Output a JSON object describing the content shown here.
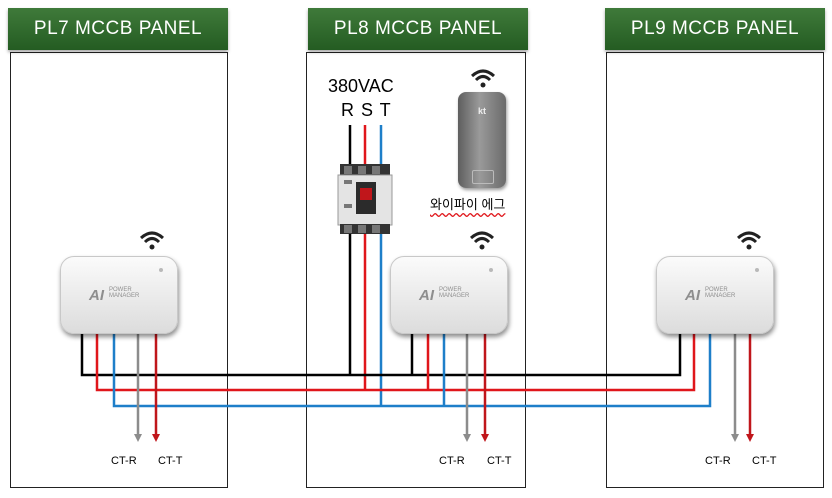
{
  "panels": {
    "pl7": {
      "title": "PL7 MCCB PANEL"
    },
    "pl8": {
      "title": "PL8 MCCB PANEL"
    },
    "pl9": {
      "title": "PL9 MCCB PANEL"
    }
  },
  "supply": {
    "voltage": "380VAC",
    "phases": "R S T"
  },
  "router": {
    "brand": "kt",
    "caption": "와이파이 에그"
  },
  "device": {
    "logo": "AI",
    "name_line1": "POWER",
    "name_line2": "MANAGER"
  },
  "ct_labels": {
    "r": "CT-R",
    "t": "CT-T"
  },
  "colors": {
    "header": "#2f6b2c",
    "black_wire": "#000000",
    "red_wire": "#e0161b",
    "blue_wire": "#1e7fc9",
    "gray_wire": "#8c8c8c",
    "dark_red_wire": "#c0161b"
  }
}
